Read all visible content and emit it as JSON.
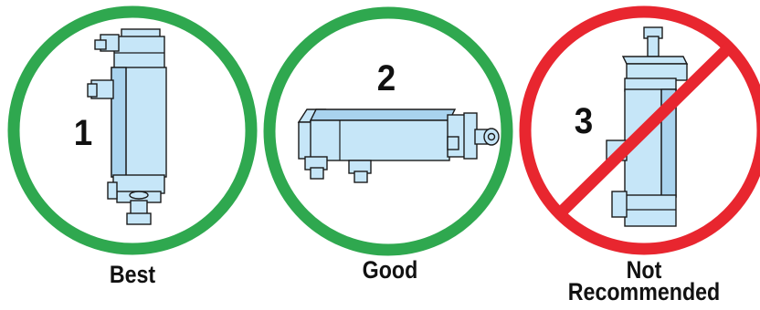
{
  "colors": {
    "ok": "#2fa84f",
    "bad": "#e8262f",
    "body": "#c6e6f8",
    "body_dark": "#a9d3ee",
    "line": "#1b1b1b"
  },
  "panels": [
    {
      "number": "1",
      "caption": "Best",
      "ring": "ok",
      "actuator": "vertical-rod-down",
      "crossed": false
    },
    {
      "number": "2",
      "caption": "Good",
      "ring": "ok",
      "actuator": "horizontal-rod-right",
      "crossed": false
    },
    {
      "number": "3",
      "caption_lines": [
        "Not",
        "Recommended"
      ],
      "ring": "bad",
      "actuator": "vertical-rod-up",
      "crossed": true
    }
  ]
}
